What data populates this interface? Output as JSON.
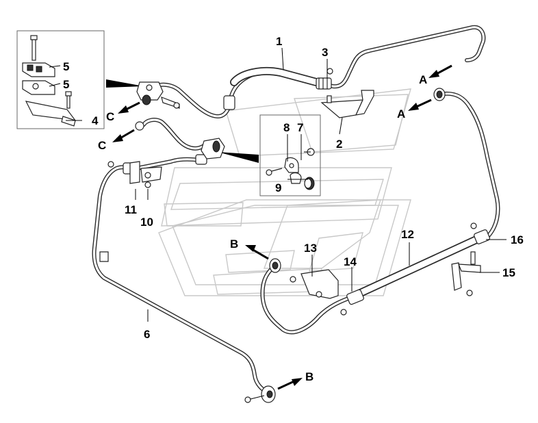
{
  "callouts": {
    "c1": "1",
    "c2": "2",
    "c3": "3",
    "c4": "4",
    "c5a": "5",
    "c5b": "5",
    "c6": "6",
    "c7": "7",
    "c8": "8",
    "c9": "9",
    "c10": "10",
    "c11": "11",
    "c12": "12",
    "c13": "13",
    "c14": "14",
    "c15": "15",
    "c16": "16"
  },
  "connection_labels": {
    "a_top": "A",
    "a_mid": "A",
    "b_mid": "B",
    "b_bottom": "B",
    "c_top": "C",
    "c_mid": "C"
  }
}
